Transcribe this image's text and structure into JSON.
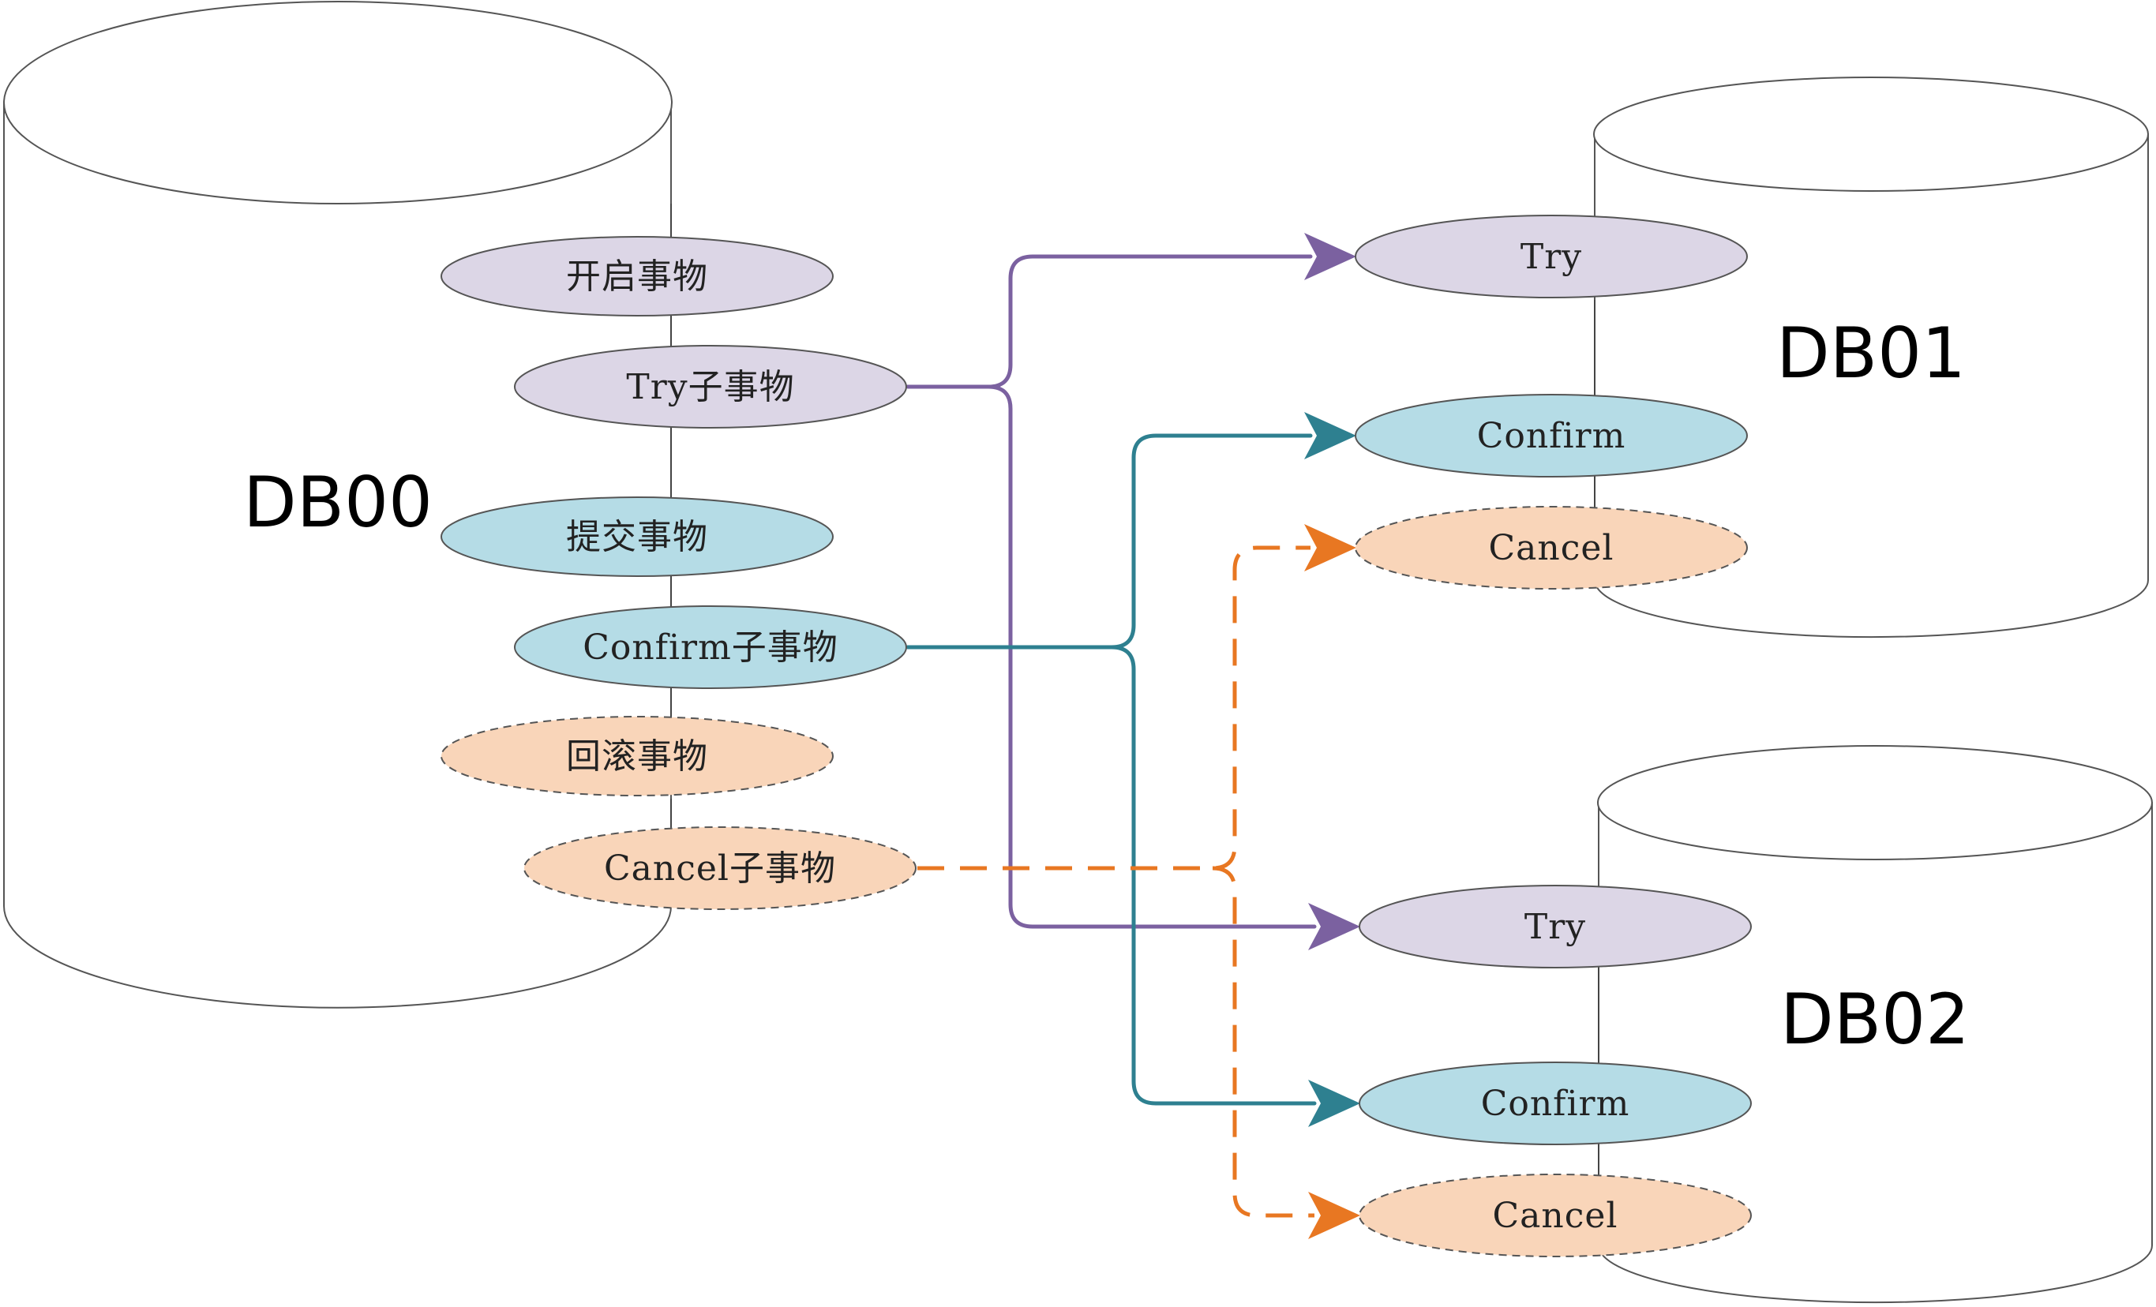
{
  "colors": {
    "try": "#7B61A0",
    "confirm": "#2E8090",
    "cancel": "#E87722",
    "try_fill": "#DCD6E6",
    "confirm_fill": "#B5DCE6",
    "cancel_fill": "#F9D5B9"
  },
  "databases": {
    "db00": {
      "label": "DB00"
    },
    "db01": {
      "label": "DB01"
    },
    "db02": {
      "label": "DB02"
    }
  },
  "db00_nodes": {
    "open_tx": "开启事物",
    "try_sub": "Try子事物",
    "commit_tx": "提交事物",
    "confirm_sub": "Confirm子事物",
    "rollback_tx": "回滚事物",
    "cancel_sub": "Cancel子事物"
  },
  "db01_nodes": {
    "try": "Try",
    "confirm": "Confirm",
    "cancel": "Cancel"
  },
  "db02_nodes": {
    "try": "Try",
    "confirm": "Confirm",
    "cancel": "Cancel"
  }
}
